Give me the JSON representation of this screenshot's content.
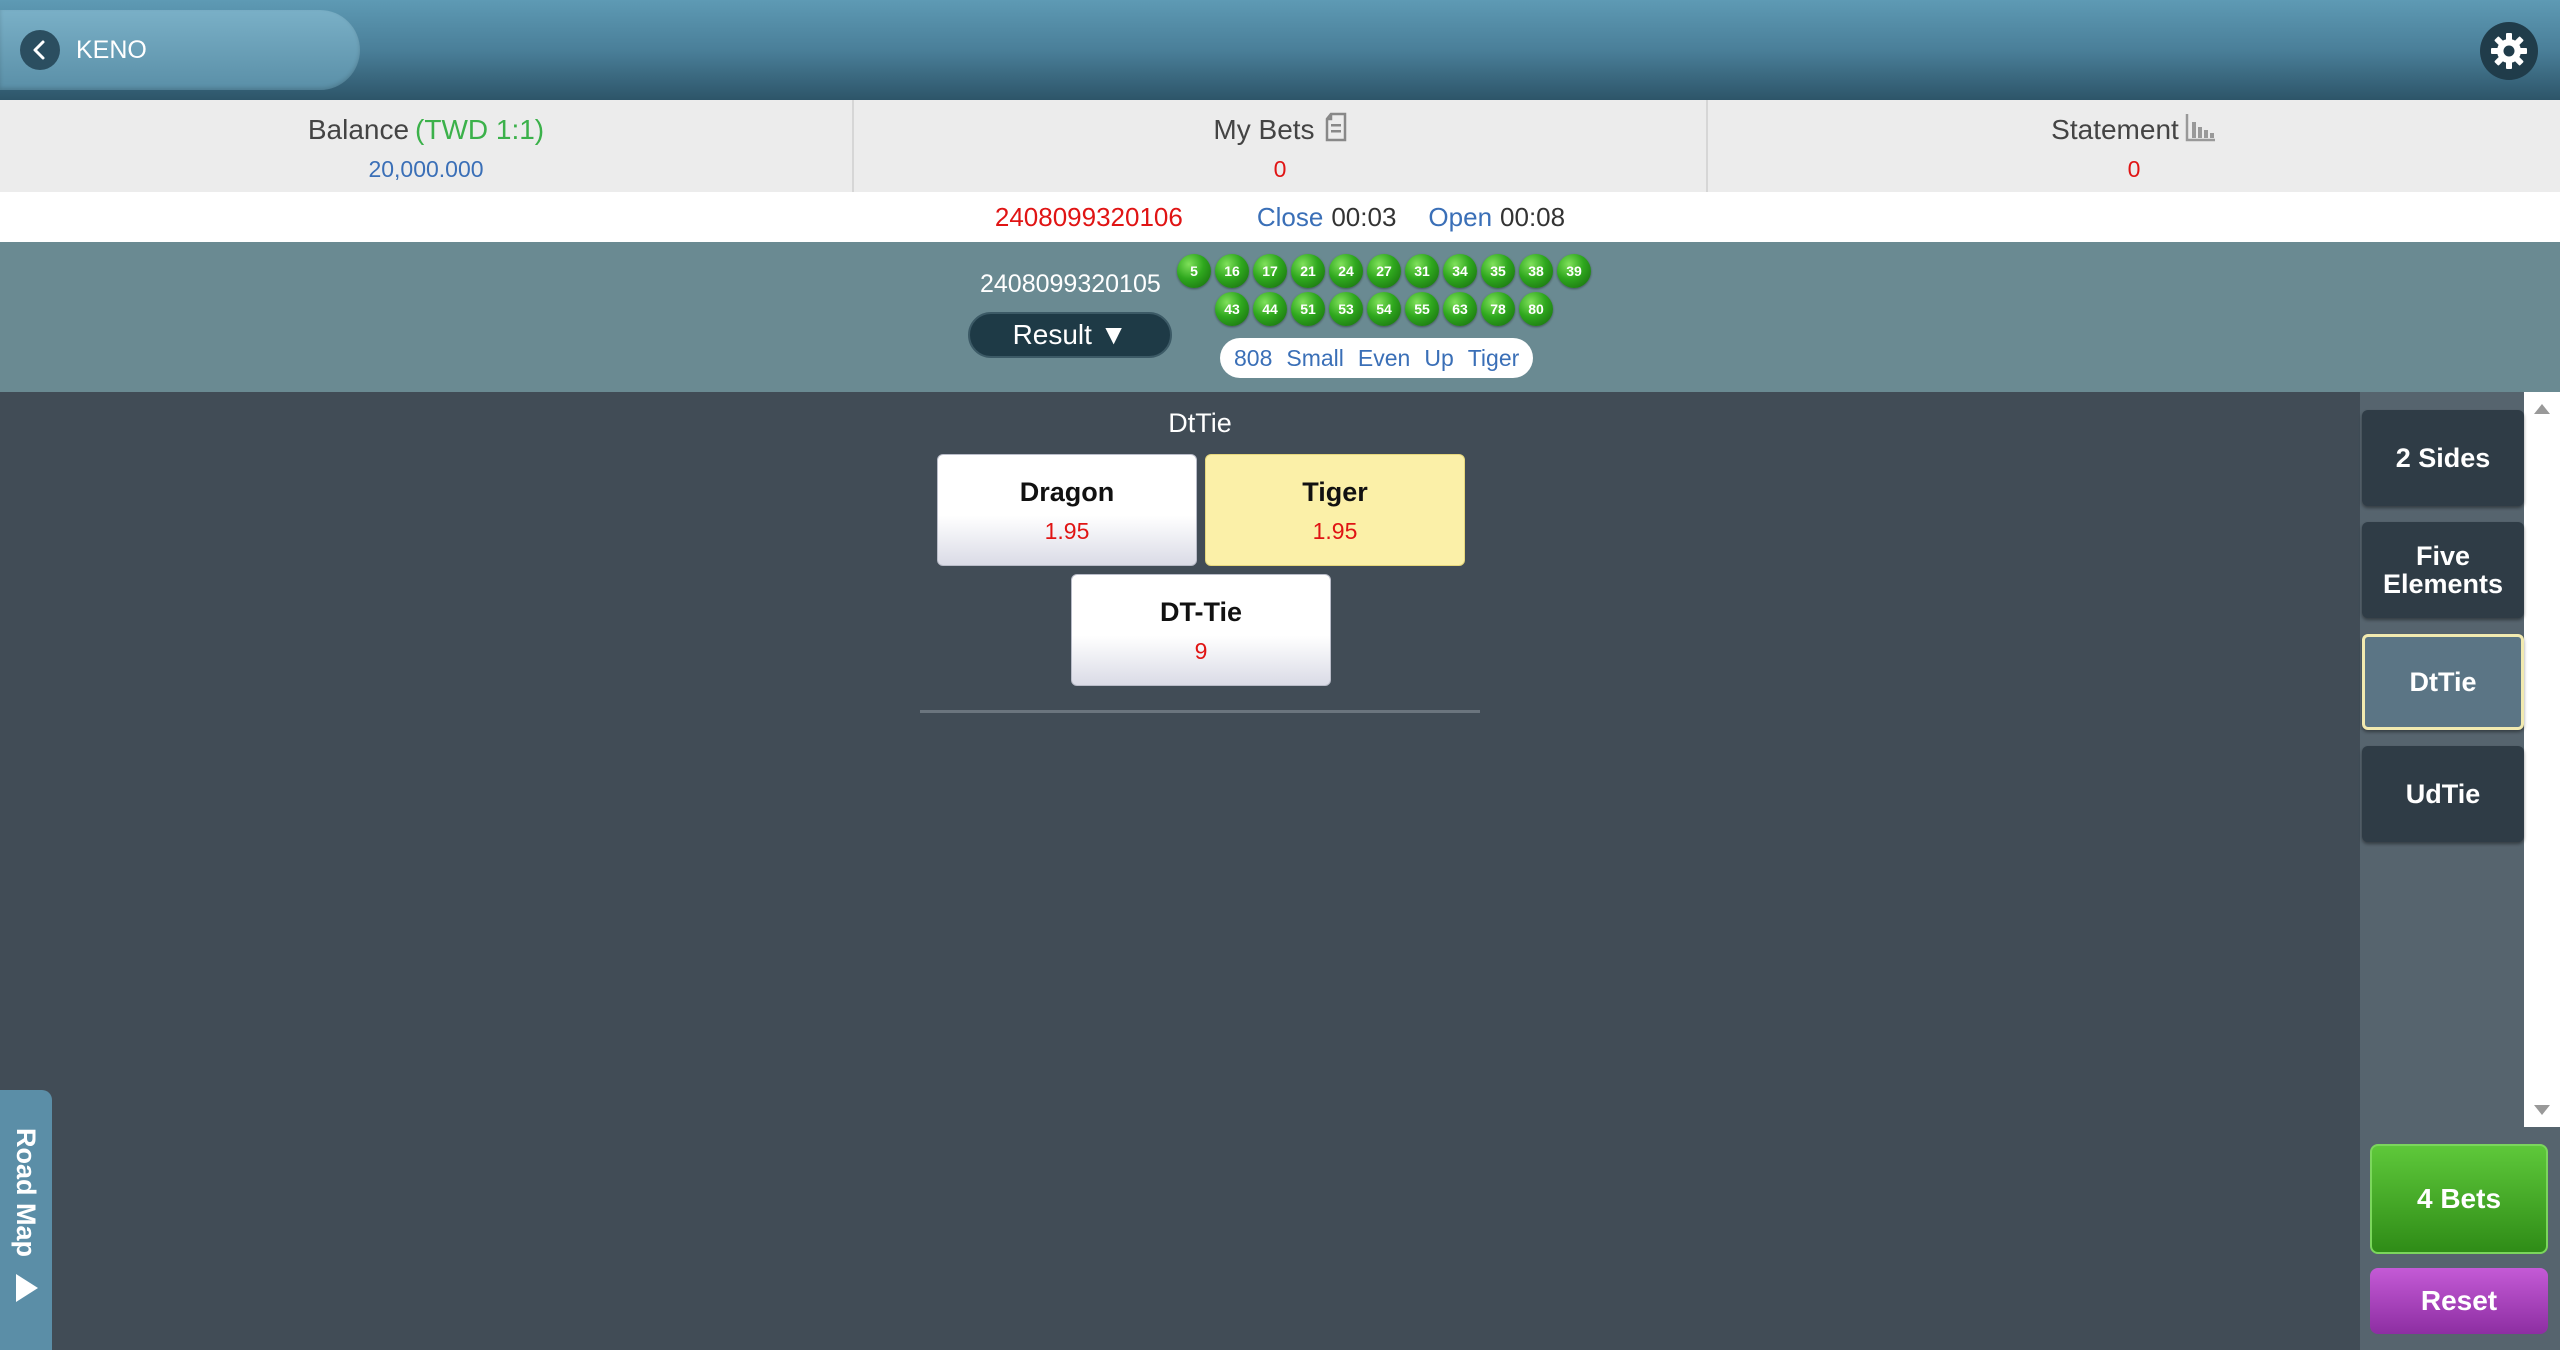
{
  "header": {
    "title": "KENO"
  },
  "info": {
    "balance_label": "Balance",
    "balance_currency": "(TWD 1:1)",
    "balance_value": "20,000.000",
    "mybets_label": "My Bets",
    "mybets_value": "0",
    "statement_label": "Statement",
    "statement_value": "0"
  },
  "draw": {
    "current_no": "2408099320106",
    "close_label": "Close",
    "close_time": "00:03",
    "open_label": "Open",
    "open_time": "00:08"
  },
  "result": {
    "last_no": "2408099320105",
    "button_label": "Result ▼",
    "balls_row1": [
      "5",
      "16",
      "17",
      "21",
      "24",
      "27",
      "31",
      "34",
      "35",
      "38",
      "39"
    ],
    "balls_row2": [
      "43",
      "44",
      "51",
      "53",
      "54",
      "55",
      "63",
      "78",
      "80"
    ],
    "tags": [
      "808",
      "Small",
      "Even",
      "Up",
      "Tiger"
    ]
  },
  "section": {
    "title": "DtTie",
    "bets": [
      {
        "name": "Dragon",
        "odds": "1.95"
      },
      {
        "name": "Tiger",
        "odds": "1.95"
      },
      {
        "name": "DT-Tie",
        "odds": "9"
      }
    ]
  },
  "side_menu": {
    "items": [
      "2 Sides",
      "Five Elements",
      "DtTie",
      "UdTie"
    ],
    "active": "DtTie"
  },
  "actions": {
    "bets_label": "4 Bets",
    "reset_label": "Reset"
  },
  "roadmap": {
    "label": "Road Map"
  },
  "colors": {
    "header": "#4a7f99",
    "main_bg": "#414c56",
    "selected_bet": "#fbf0a8",
    "odds": "#e01414",
    "accent_green": "#3bb14a",
    "ball_green": "#2fa81e"
  }
}
